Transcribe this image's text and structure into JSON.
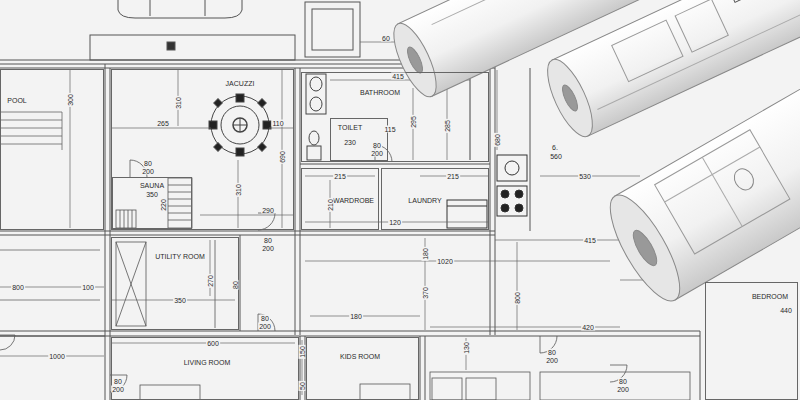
{
  "diagram": {
    "nodes": [
      {
        "text": [
          "POOL"
        ]
      },
      {
        "text": [
          "JACUZZI"
        ]
      },
      {
        "text": [
          "SAUNA"
        ],
        "in": 1
      },
      {
        "text": [
          "BATHROOM"
        ]
      },
      {
        "text": [
          "TOILET"
        ],
        "in": 3
      },
      {
        "text": [
          "WARDROBE"
        ]
      },
      {
        "text": [
          "LAUNDRY"
        ]
      },
      {
        "text": [
          "UTILITY ROOM"
        ]
      },
      {
        "text": [
          "LIVING ROOM"
        ]
      },
      {
        "text": [
          "KIDS ROOM"
        ]
      },
      {
        "text": [
          "BEDROOM"
        ]
      }
    ],
    "labels": [
      "60",
      "415",
      "300",
      "310",
      "265",
      "110",
      "295",
      "285",
      "115",
      "230",
      "80",
      "200",
      "680",
      "80",
      "200",
      "690",
      "6.",
      "560",
      "530",
      "215",
      "215",
      "310",
      "350",
      "220",
      "210",
      "290",
      "120",
      "80",
      "200",
      "415",
      "180",
      "1020",
      "270",
      "80",
      "370",
      "800",
      "800",
      "100",
      "350",
      "180",
      "80",
      "200",
      "420",
      "600",
      "1000",
      "130",
      "80",
      "200",
      "150",
      "50",
      "80",
      "200",
      "80",
      "200",
      "440"
    ]
  }
}
